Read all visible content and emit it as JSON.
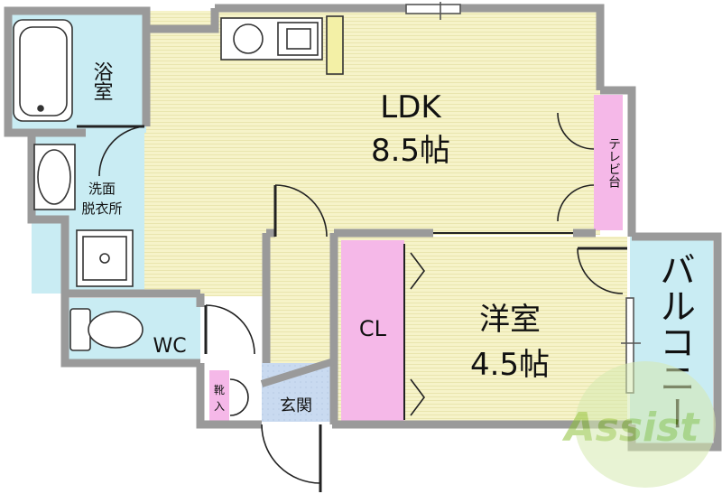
{
  "rooms": {
    "ldk": {
      "name": "LDK",
      "size": "8.5帖"
    },
    "western": {
      "name": "洋室",
      "size": "4.5帖"
    },
    "bath": "浴室",
    "washroom_line1": "洗面",
    "washroom_line2": "脱衣所",
    "wc": "WC",
    "closet": "CL",
    "entrance": "玄関",
    "shoe_line1": "靴",
    "shoe_line2": "入",
    "tv_stand": "テレビ台",
    "balcony": "バルコニー"
  },
  "watermark": "Assist",
  "colors": {
    "wall": "#9a9a9a",
    "floor_wood": "#f6f3c9",
    "wet_area": "#c9ecf3",
    "closet": "#f5b8e8",
    "entrance": "#c9daf0",
    "watermark": "#8fc33a"
  }
}
